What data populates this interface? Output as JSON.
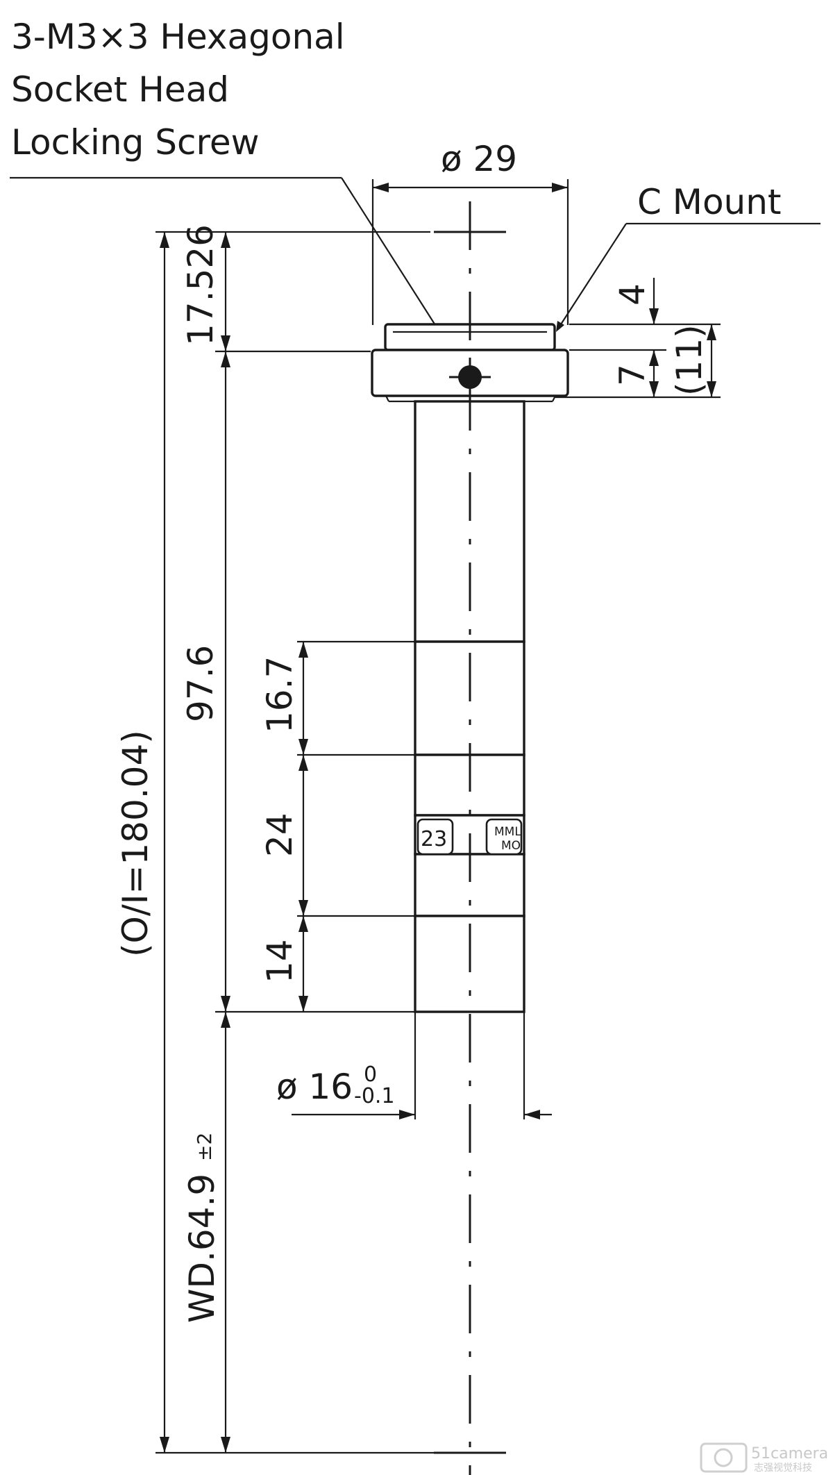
{
  "callouts": {
    "screw_line1": "3-M3×3 Hexagonal",
    "screw_line2": "Socket Head",
    "screw_line3": "Locking Screw",
    "mount": "C Mount"
  },
  "dimensions": {
    "diameter_top": "ø 29",
    "top_len": "17.526",
    "flange_4": "4",
    "flange_7": "7",
    "flange_11": "(11)",
    "body_len": "97.6",
    "oi": "(O/I=180.04)",
    "seg_16_7": "16.7",
    "seg_24": "24",
    "seg_14": "14",
    "diameter_tube": "ø 16",
    "tol_upper": "0",
    "tol_lower": "-0.1",
    "wd": "WD.64.9",
    "wd_tol": "±2"
  },
  "labels": {
    "mag": "23",
    "model_line1": "MML",
    "model_line2": "MO"
  },
  "watermark": {
    "brand": "51camera",
    "sub": "志强视觉科技"
  }
}
